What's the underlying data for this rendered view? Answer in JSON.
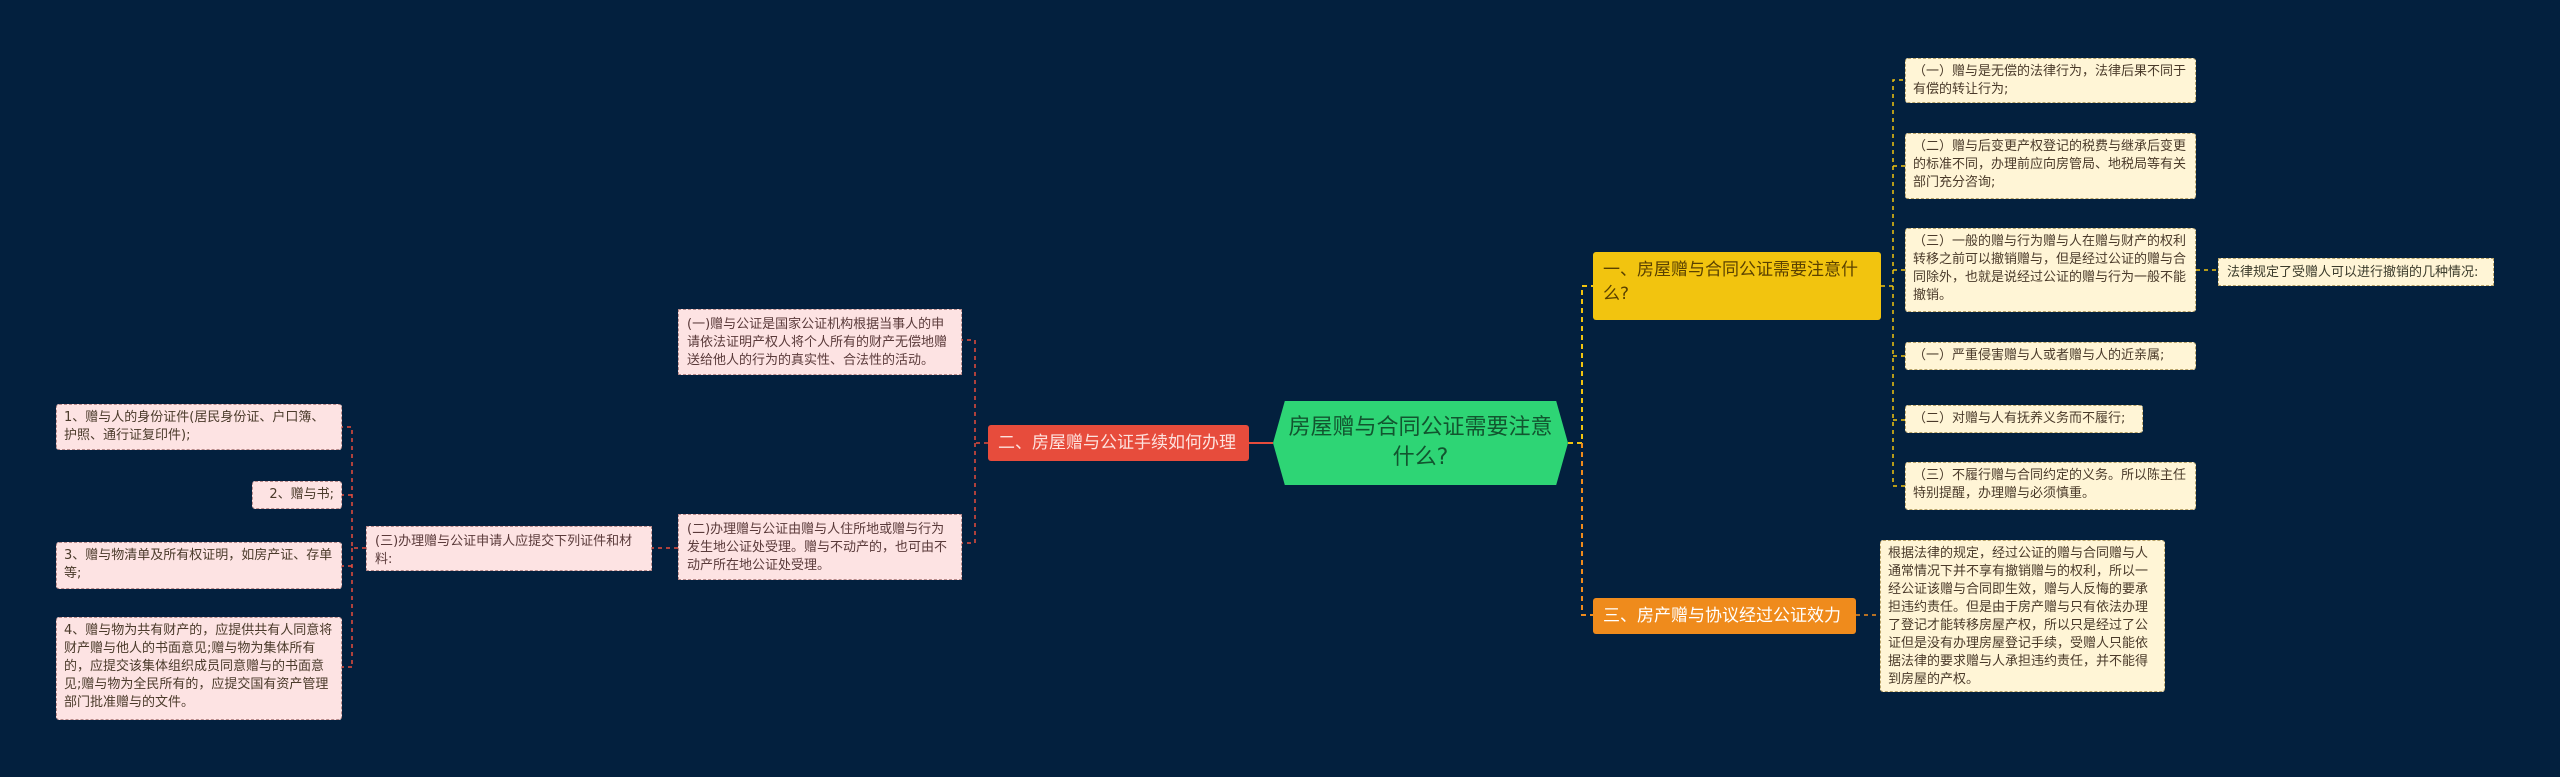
{
  "root": {
    "title": "房屋赠与合同公证需要注意什么?"
  },
  "branch1": {
    "label": "一、房屋赠与合同公证需要注意什么?",
    "items": [
      "（一）赠与是无偿的法律行为，法律后果不同于有偿的转让行为;",
      "（二）赠与后变更产权登记的税费与继承后变更的标准不同，办理前应向房管局、地税局等有关部门充分咨询;",
      "（三）一般的赠与行为赠与人在赠与财产的权利转移之前可以撤销赠与，但是经过公证的赠与合同除外，也就是说经过公证的赠与行为一般不能撤销。",
      "（一）严重侵害赠与人或者赠与人的近亲属;",
      "（二）对赠与人有抚养义务而不履行;",
      "（三）不履行赠与合同约定的义务。所以陈主任特别提醒，办理赠与必须慎重。"
    ],
    "annotation": "法律规定了受赠人可以进行撤销的几种情况:"
  },
  "branch2": {
    "label": "二、房屋赠与公证手续如何办理",
    "items": [
      "(一)赠与公证是国家公证机构根据当事人的申请依法证明产权人将个人所有的财产无偿地赠送给他人的行为的真实性、合法性的活动。",
      "(二)办理赠与公证由赠与人住所地或赠与行为发生地公证处受理。赠与不动产的，也可由不动产所在地公证处受理。"
    ],
    "sub": {
      "label": "(三)办理赠与公证申请人应提交下列证件和材料:",
      "items": [
        "1、赠与人的身份证件(居民身份证、户口簿、护照、通行证复印件);",
        "2、赠与书;",
        "3、赠与物清单及所有权证明，如房产证、存单等;",
        "4、赠与物为共有财产的，应提供共有人同意将财产赠与他人的书面意见;赠与物为集体所有的，应提交该集体组织成员同意赠与的书面意见;赠与物为全民所有的，应提交国有资产管理部门批准赠与的文件。"
      ]
    }
  },
  "branch3": {
    "label": "三、房产赠与协议经过公证效力",
    "items": [
      "根据法律的规定，经过公证的赠与合同赠与人通常情况下并不享有撤销赠与的权利，所以一经公证该赠与合同即生效，赠与人反悔的要承担违约责任。但是由于房产赠与只有依法办理了登记才能转移房屋产权，所以只是经过了公证但是没有办理房屋登记手续，受赠人只能依据法律的要求赠与人承担违约责任，并不能得到房屋的产权。"
    ]
  },
  "colors": {
    "background": "#03203e",
    "root": "#2ed575",
    "branch1": "#f2c40f",
    "branch2": "#e74c3c",
    "branch3": "#ef8b1c",
    "leaf_pink": "#fde3e3",
    "leaf_cream": "#fff5d6"
  }
}
